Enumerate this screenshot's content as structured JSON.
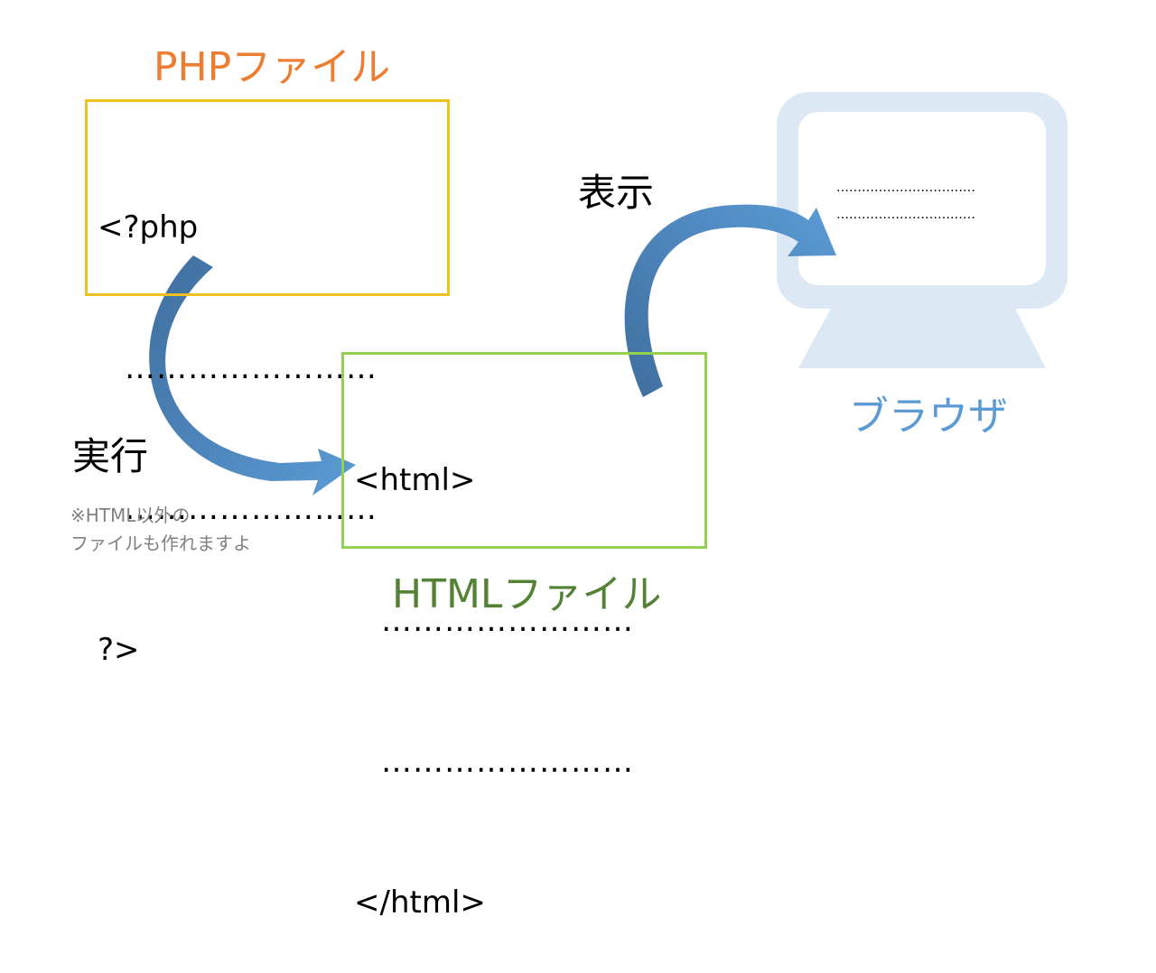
{
  "php_file": {
    "title": "PHPファイル",
    "lines": [
      "<?php",
      "……………………",
      "……………………",
      "?>"
    ]
  },
  "html_file": {
    "title": "HTMLファイル",
    "lines": [
      "<html>",
      "……………………",
      "……………………",
      "</html>"
    ]
  },
  "browser": {
    "title": "ブラウザ",
    "screen_lines": [
      "……………………………",
      "……………………………"
    ]
  },
  "labels": {
    "execute": "実行",
    "display": "表示",
    "note_line1": "※HTML以外の",
    "note_line2": "ファイルも作れますよ"
  },
  "colors": {
    "php_accent": "#ED7D31",
    "php_border": "#F0C020",
    "html_accent": "#548235",
    "html_border": "#92D050",
    "browser_accent": "#5B9BD5",
    "browser_body": "#DDE8F5",
    "arrow_dark": "#4472A4",
    "arrow_light": "#5B9BD5",
    "note_text": "#808080"
  }
}
